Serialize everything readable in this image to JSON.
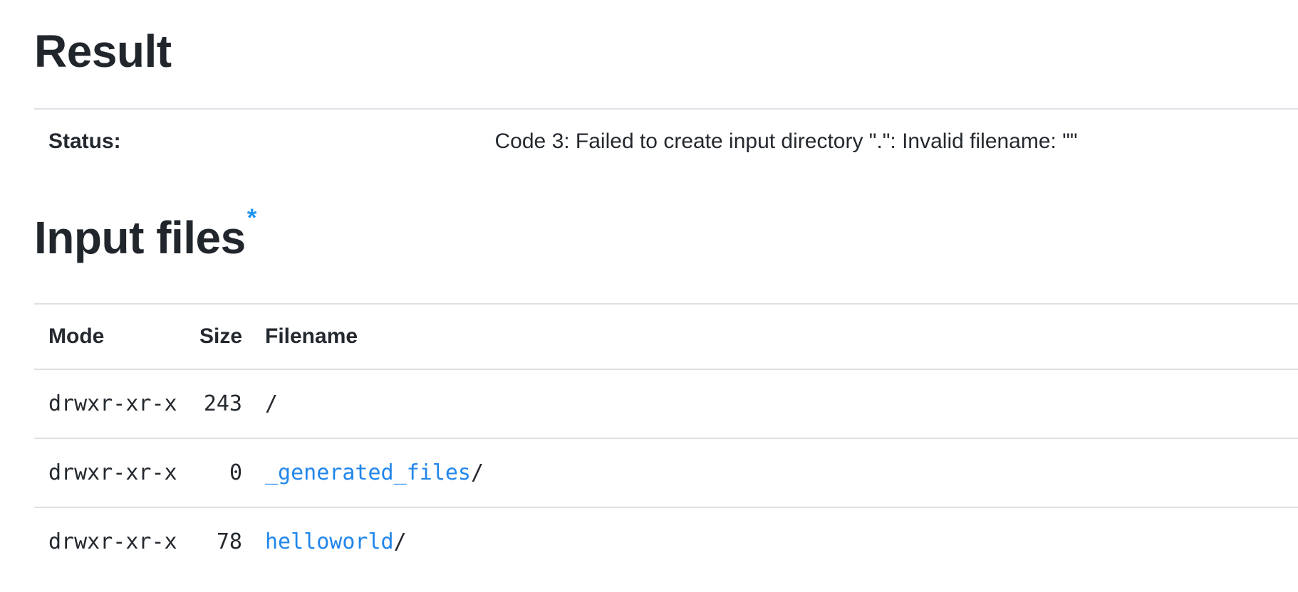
{
  "result_section": {
    "heading": "Result",
    "status": {
      "label": "Status:",
      "value": "Code 3: Failed to create input directory \".\": Invalid filename: \"\""
    }
  },
  "input_files_section": {
    "heading": "Input files",
    "required_marker": "*"
  },
  "files_table": {
    "columns": {
      "mode": "Mode",
      "size": "Size",
      "filename": "Filename"
    },
    "rows": [
      {
        "mode": "drwxr-xr-x",
        "size": "243",
        "name": "/",
        "suffix": "",
        "is_link": false
      },
      {
        "mode": "drwxr-xr-x",
        "size": "0",
        "name": "_generated_files",
        "suffix": "/",
        "is_link": true
      },
      {
        "mode": "drwxr-xr-x",
        "size": "78",
        "name": "helloworld",
        "suffix": "/",
        "is_link": true
      }
    ]
  },
  "colors": {
    "link_blue": "#2186eb",
    "asterisk_blue": "#2196f3",
    "border_gray": "#dee2e6",
    "text_dark": "#24292f"
  }
}
